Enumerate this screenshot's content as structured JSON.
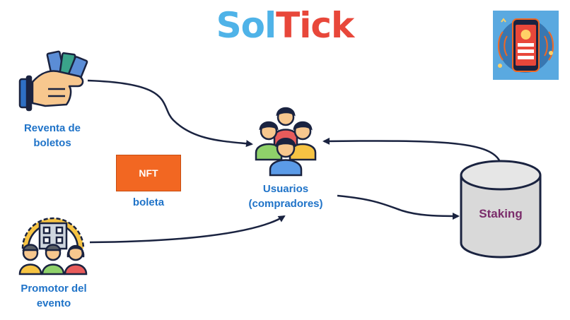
{
  "logo": {
    "part1": "Sol",
    "part2": "Tick",
    "color1": "#4fb3e8",
    "color2": "#e8473a"
  },
  "nodes": {
    "resale": {
      "line1": "Reventa de",
      "line2": "boletos",
      "icon": "hand-tickets-icon"
    },
    "users": {
      "line1": "Usuarios",
      "line2": "(compradores)",
      "icon": "user-group-icon"
    },
    "promoter": {
      "line1": "Promotor del",
      "line2": "evento",
      "icon": "event-promoters-icon"
    },
    "staking": {
      "label": "Staking",
      "icon": "database-cylinder-icon"
    },
    "nft": {
      "box_label": "NFT",
      "caption": "boleta",
      "color": "#f26722"
    },
    "app": {
      "icon": "mobile-ticket-app-icon"
    }
  },
  "colors": {
    "label": "#1f73c8",
    "arrow": "#1a2340",
    "staking_text": "#7b2d6b"
  }
}
